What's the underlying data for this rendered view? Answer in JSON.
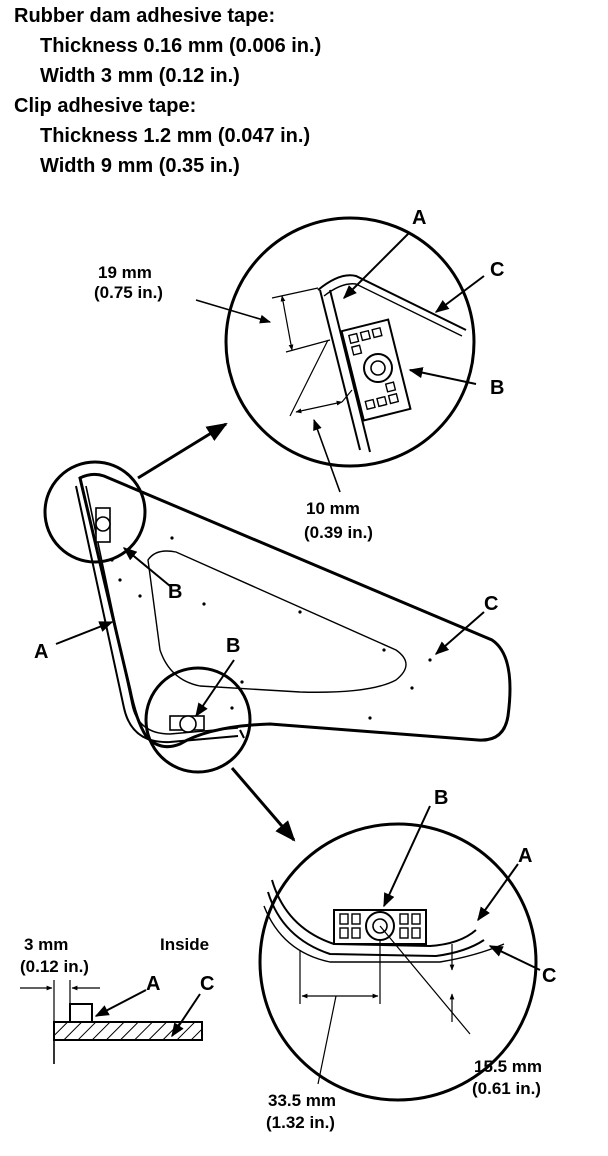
{
  "specs": {
    "rubber_dam": {
      "title": "Rubber dam adhesive tape:",
      "thickness": "Thickness 0.16 mm (0.006 in.)",
      "width": "Width 3 mm (0.12 in.)"
    },
    "clip": {
      "title": "Clip adhesive tape:",
      "thickness": "Thickness 1.2 mm (0.047 in.)",
      "width": "Width 9 mm (0.35 in.)"
    }
  },
  "labels": {
    "A": "A",
    "B": "B",
    "C": "C"
  },
  "dimensions": {
    "top_19": "19 mm",
    "top_19_in": "(0.75 in.)",
    "top_10": "10 mm",
    "top_10_in": "(0.39 in.)",
    "cross_3": "3 mm",
    "cross_3_in": "(0.12 in.)",
    "inside": "Inside",
    "bottom_33": "33.5 mm",
    "bottom_33_in": "(1.32 in.)",
    "bottom_15": "15.5 mm",
    "bottom_15_in": "(0.61 in.)"
  }
}
